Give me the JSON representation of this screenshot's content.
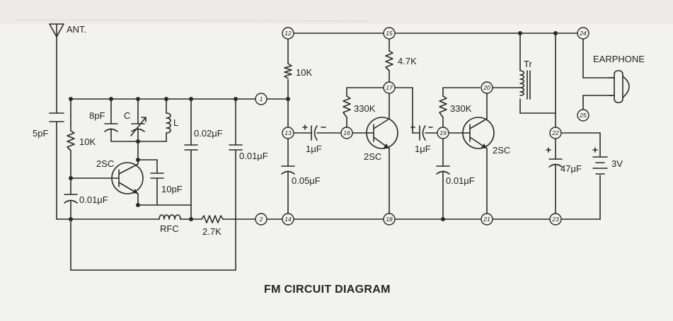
{
  "diagram": {
    "title": "FM CIRCUIT DIAGRAM",
    "antenna": "ANT.",
    "earphone": "EARPHONE",
    "components": {
      "c_5pf": "5pF",
      "r_10k_osc": "10K",
      "c_8pf": "8pF",
      "c_var": "C",
      "coil_l": "L",
      "t_2sc_osc": "2SC",
      "c_10pf": "10pF",
      "c_001_osc": "0.01μF",
      "c_002": "0.02μF",
      "c_001_b": "0.01μF",
      "rfc": "RFC",
      "r_27k": "2.7K",
      "r_10k_a": "10K",
      "c_1uf_a": "1μF",
      "c_005": "0.05μF",
      "r_47k": "4.7K",
      "r_330k_a": "330K",
      "t_2sc_a": "2SC",
      "c_1uf_b": "1μF",
      "r_330k_b": "330K",
      "c_001_c": "0.01μF",
      "t_2sc_b": "2SC",
      "tr": "Tr",
      "c_47uf": "47μF",
      "batt": "3V"
    },
    "nodes": [
      "1",
      "2",
      "12",
      "13",
      "14",
      "15",
      "16",
      "17",
      "18",
      "19",
      "20",
      "21",
      "22",
      "23",
      "24",
      "25"
    ]
  }
}
